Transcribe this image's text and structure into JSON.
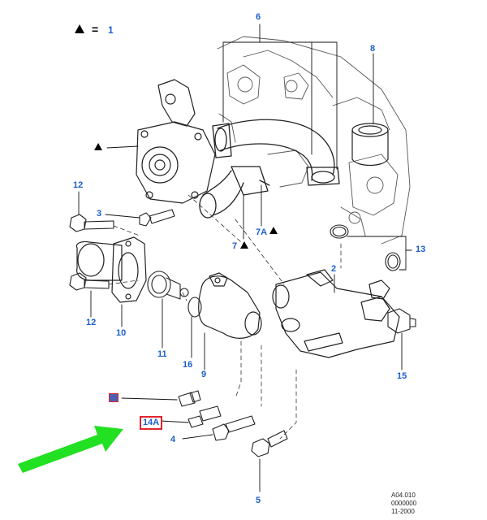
{
  "legend": {
    "equals": "=",
    "value": "1"
  },
  "callouts": {
    "c6": "6",
    "c8": "8",
    "c12a": "12",
    "c3": "3",
    "c7a": "7A",
    "c7": "7",
    "c13": "13",
    "c2": "2",
    "c12b": "12",
    "c10": "10",
    "c11": "11",
    "c16": "16",
    "c9": "9",
    "c15": "15",
    "c14a": "14A",
    "c4": "4",
    "c5": "5"
  },
  "reference": {
    "line1": "A04.010",
    "line2": "0000000",
    "line3": "11-2000",
    "line4": "..."
  },
  "colors": {
    "label": "#1a5fc8",
    "highlight_box": "#e0242c",
    "box_fill": "#4f5fb0",
    "arrow": "#22e022"
  }
}
